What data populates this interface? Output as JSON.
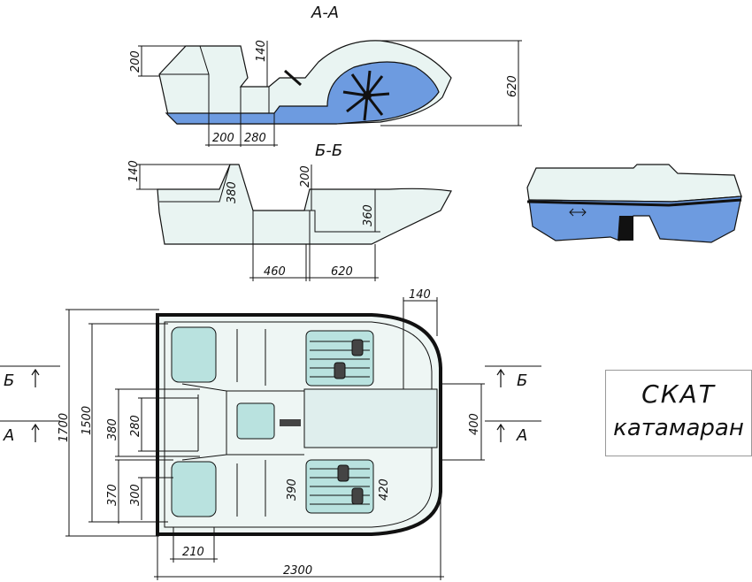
{
  "labels": {
    "section_aa": "А-А",
    "section_bb": "Б-Б",
    "mark_a": "А",
    "mark_b": "Б"
  },
  "dimensions": {
    "aa_200_left": "200",
    "aa_140": "140",
    "aa_620": "620",
    "aa_200_bottom": "200",
    "aa_280": "280",
    "bb_140": "140",
    "bb_380": "380",
    "bb_200": "200",
    "bb_360": "360",
    "bb_460": "460",
    "bb_620": "620",
    "top_140": "140",
    "plan_1700": "1700",
    "plan_1500": "1500",
    "plan_380": "380",
    "plan_280": "280",
    "plan_370": "370",
    "plan_300": "300",
    "plan_390": "390",
    "plan_420": "420",
    "plan_400": "400",
    "plan_210": "210",
    "plan_2300": "2300"
  },
  "title": {
    "name": "СКАТ",
    "type": "катамаран"
  },
  "colors": {
    "hull": "#e9f4f2",
    "waterline": "#6d9be0",
    "seat": "#b9e2df",
    "line": "#111111"
  }
}
